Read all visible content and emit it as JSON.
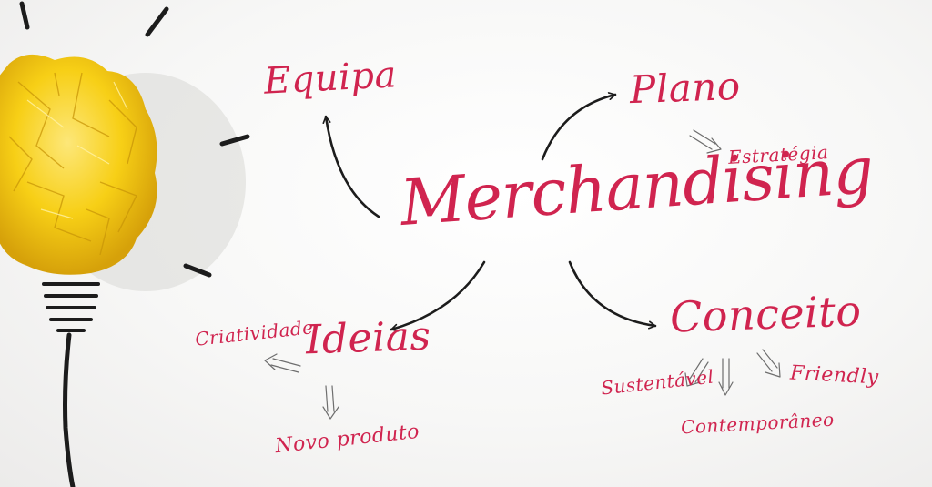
{
  "colors": {
    "text": "#d0244f",
    "ink": "#1c1c1c",
    "bulb": "#f7cf16",
    "bulb_dark": "#d8a90a",
    "bulb_light": "#fbe36a"
  },
  "icons": {
    "bulb": "crumpled-paper-lightbulb-icon"
  },
  "nodes": {
    "center": "Merchandising",
    "equipa": "Equipa",
    "plano": "Plano",
    "estrategia": "Estratégia",
    "ideias": "Ideias",
    "criatividade": "Criatividade",
    "novo_produto": "Novo produto",
    "conceito": "Conceito",
    "sustentavel": "Sustentável",
    "contemporaneo": "Contemporâneo",
    "friendly": "Friendly"
  }
}
